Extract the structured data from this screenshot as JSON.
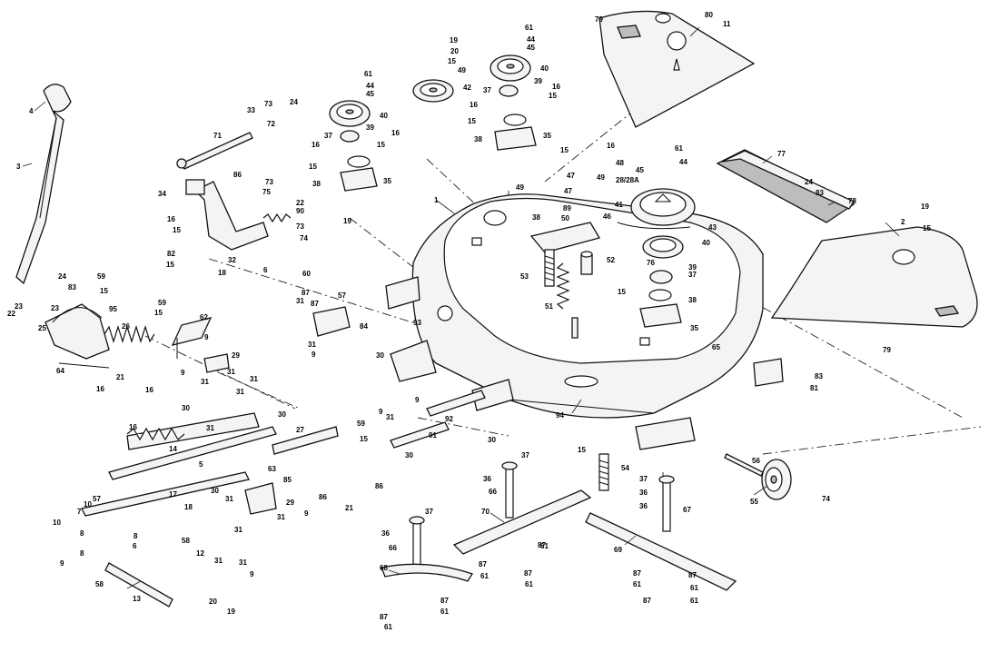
{
  "callouts": [
    {
      "name": "callout-1",
      "text": "1"
    },
    {
      "name": "callout-2",
      "text": "2"
    },
    {
      "name": "callout-3",
      "text": "3"
    },
    {
      "name": "callout-4",
      "text": "4"
    },
    {
      "name": "callout-5",
      "text": "5"
    },
    {
      "name": "callout-6",
      "text": "6"
    },
    {
      "name": "callout-6b",
      "text": "6"
    },
    {
      "name": "callout-7",
      "text": "7"
    },
    {
      "name": "callout-8",
      "text": "8"
    },
    {
      "name": "callout-8b",
      "text": "8"
    },
    {
      "name": "callout-8c",
      "text": "8"
    },
    {
      "name": "callout-9",
      "text": "9"
    },
    {
      "name": "callout-9b",
      "text": "9"
    },
    {
      "name": "callout-9c",
      "text": "9"
    },
    {
      "name": "callout-9d",
      "text": "9"
    },
    {
      "name": "callout-9e",
      "text": "9"
    },
    {
      "name": "callout-9f",
      "text": "9"
    },
    {
      "name": "callout-9g",
      "text": "9"
    },
    {
      "name": "callout-9h",
      "text": "9"
    },
    {
      "name": "callout-10",
      "text": "10"
    },
    {
      "name": "callout-10b",
      "text": "10"
    },
    {
      "name": "callout-11",
      "text": "11"
    },
    {
      "name": "callout-12",
      "text": "12"
    },
    {
      "name": "callout-13",
      "text": "13"
    },
    {
      "name": "callout-14",
      "text": "14"
    },
    {
      "name": "callout-15",
      "text": "15"
    },
    {
      "name": "callout-15b",
      "text": "15"
    },
    {
      "name": "callout-15c",
      "text": "15"
    },
    {
      "name": "callout-15d",
      "text": "15"
    },
    {
      "name": "callout-15e",
      "text": "15"
    },
    {
      "name": "callout-15f",
      "text": "15"
    },
    {
      "name": "callout-15g",
      "text": "15"
    },
    {
      "name": "callout-15h",
      "text": "15"
    },
    {
      "name": "callout-15i",
      "text": "15"
    },
    {
      "name": "callout-15j",
      "text": "15"
    },
    {
      "name": "callout-15k",
      "text": "15"
    },
    {
      "name": "callout-15l",
      "text": "15"
    },
    {
      "name": "callout-15m",
      "text": "15"
    },
    {
      "name": "callout-15n",
      "text": "15"
    },
    {
      "name": "callout-16",
      "text": "16"
    },
    {
      "name": "callout-16b",
      "text": "16"
    },
    {
      "name": "callout-16c",
      "text": "16"
    },
    {
      "name": "callout-16d",
      "text": "16"
    },
    {
      "name": "callout-16e",
      "text": "16"
    },
    {
      "name": "callout-16f",
      "text": "16"
    },
    {
      "name": "callout-16g",
      "text": "16"
    },
    {
      "name": "callout-16h",
      "text": "16"
    },
    {
      "name": "callout-16i",
      "text": "16"
    },
    {
      "name": "callout-17",
      "text": "17"
    },
    {
      "name": "callout-18",
      "text": "18"
    },
    {
      "name": "callout-18b",
      "text": "18"
    },
    {
      "name": "callout-19",
      "text": "19"
    },
    {
      "name": "callout-19b",
      "text": "19"
    },
    {
      "name": "callout-19c",
      "text": "19"
    },
    {
      "name": "callout-19d",
      "text": "19"
    },
    {
      "name": "callout-20",
      "text": "20"
    },
    {
      "name": "callout-20b",
      "text": "20"
    },
    {
      "name": "callout-21",
      "text": "21"
    },
    {
      "name": "callout-21b",
      "text": "21"
    },
    {
      "name": "callout-22",
      "text": "22"
    },
    {
      "name": "callout-22b",
      "text": "22"
    },
    {
      "name": "callout-23",
      "text": "23"
    },
    {
      "name": "callout-23b",
      "text": "23"
    },
    {
      "name": "callout-24",
      "text": "24"
    },
    {
      "name": "callout-24b",
      "text": "24"
    },
    {
      "name": "callout-24c",
      "text": "24"
    },
    {
      "name": "callout-25",
      "text": "25"
    },
    {
      "name": "callout-26",
      "text": "26"
    },
    {
      "name": "callout-27",
      "text": "27"
    },
    {
      "name": "callout-28",
      "text": "28/28A"
    },
    {
      "name": "callout-29",
      "text": "29"
    },
    {
      "name": "callout-29b",
      "text": "29"
    },
    {
      "name": "callout-30",
      "text": "30"
    },
    {
      "name": "callout-30b",
      "text": "30"
    },
    {
      "name": "callout-30c",
      "text": "30"
    },
    {
      "name": "callout-30d",
      "text": "30"
    },
    {
      "name": "callout-30e",
      "text": "30"
    },
    {
      "name": "callout-30f",
      "text": "30"
    },
    {
      "name": "callout-31",
      "text": "31"
    },
    {
      "name": "callout-31b",
      "text": "31"
    },
    {
      "name": "callout-31c",
      "text": "31"
    },
    {
      "name": "callout-31d",
      "text": "31"
    },
    {
      "name": "callout-31e",
      "text": "31"
    },
    {
      "name": "callout-31f",
      "text": "31"
    },
    {
      "name": "callout-31g",
      "text": "31"
    },
    {
      "name": "callout-31h",
      "text": "31"
    },
    {
      "name": "callout-31i",
      "text": "31"
    },
    {
      "name": "callout-31j",
      "text": "31"
    },
    {
      "name": "callout-31k",
      "text": "31"
    },
    {
      "name": "callout-31l",
      "text": "31"
    },
    {
      "name": "callout-31m",
      "text": "31"
    },
    {
      "name": "callout-32",
      "text": "32"
    },
    {
      "name": "callout-33",
      "text": "33"
    },
    {
      "name": "callout-34",
      "text": "34"
    },
    {
      "name": "callout-35",
      "text": "35"
    },
    {
      "name": "callout-35b",
      "text": "35"
    },
    {
      "name": "callout-35c",
      "text": "35"
    },
    {
      "name": "callout-36",
      "text": "36"
    },
    {
      "name": "callout-36b",
      "text": "36"
    },
    {
      "name": "callout-36c",
      "text": "36"
    },
    {
      "name": "callout-36d",
      "text": "36"
    },
    {
      "name": "callout-37",
      "text": "37"
    },
    {
      "name": "callout-37b",
      "text": "37"
    },
    {
      "name": "callout-37c",
      "text": "37"
    },
    {
      "name": "callout-37d",
      "text": "37"
    },
    {
      "name": "callout-37e",
      "text": "37"
    },
    {
      "name": "callout-37f",
      "text": "37"
    },
    {
      "name": "callout-38",
      "text": "38"
    },
    {
      "name": "callout-38b",
      "text": "38"
    },
    {
      "name": "callout-38c",
      "text": "38"
    },
    {
      "name": "callout-38d",
      "text": "38"
    },
    {
      "name": "callout-39",
      "text": "39"
    },
    {
      "name": "callout-39b",
      "text": "39"
    },
    {
      "name": "callout-39c",
      "text": "39"
    },
    {
      "name": "callout-40",
      "text": "40"
    },
    {
      "name": "callout-40b",
      "text": "40"
    },
    {
      "name": "callout-40c",
      "text": "40"
    },
    {
      "name": "callout-41",
      "text": "41"
    },
    {
      "name": "callout-42",
      "text": "42"
    },
    {
      "name": "callout-43",
      "text": "43"
    },
    {
      "name": "callout-44",
      "text": "44"
    },
    {
      "name": "callout-44b",
      "text": "44"
    },
    {
      "name": "callout-44c",
      "text": "44"
    },
    {
      "name": "callout-45",
      "text": "45"
    },
    {
      "name": "callout-45b",
      "text": "45"
    },
    {
      "name": "callout-45c",
      "text": "45"
    },
    {
      "name": "callout-46",
      "text": "46"
    },
    {
      "name": "callout-47",
      "text": "47"
    },
    {
      "name": "callout-47b",
      "text": "47"
    },
    {
      "name": "callout-48",
      "text": "48"
    },
    {
      "name": "callout-49",
      "text": "49"
    },
    {
      "name": "callout-49b",
      "text": "49"
    },
    {
      "name": "callout-49c",
      "text": "49"
    },
    {
      "name": "callout-50",
      "text": "50"
    },
    {
      "name": "callout-51",
      "text": "51"
    },
    {
      "name": "callout-52",
      "text": "52"
    },
    {
      "name": "callout-53",
      "text": "53"
    },
    {
      "name": "callout-54",
      "text": "54"
    },
    {
      "name": "callout-55",
      "text": "55"
    },
    {
      "name": "callout-56",
      "text": "56"
    },
    {
      "name": "callout-57",
      "text": "57"
    },
    {
      "name": "callout-57b",
      "text": "57"
    },
    {
      "name": "callout-58",
      "text": "58"
    },
    {
      "name": "callout-58b",
      "text": "58"
    },
    {
      "name": "callout-59",
      "text": "59"
    },
    {
      "name": "callout-59b",
      "text": "59"
    },
    {
      "name": "callout-59c",
      "text": "59"
    },
    {
      "name": "callout-60",
      "text": "60"
    },
    {
      "name": "callout-61",
      "text": "61"
    },
    {
      "name": "callout-61b",
      "text": "61"
    },
    {
      "name": "callout-61c",
      "text": "61"
    },
    {
      "name": "callout-61d",
      "text": "61"
    },
    {
      "name": "callout-61e",
      "text": "61"
    },
    {
      "name": "callout-61f",
      "text": "61"
    },
    {
      "name": "callout-61g",
      "text": "61"
    },
    {
      "name": "callout-61h",
      "text": "61"
    },
    {
      "name": "callout-61i",
      "text": "61"
    },
    {
      "name": "callout-61j",
      "text": "61"
    },
    {
      "name": "callout-61k",
      "text": "61"
    },
    {
      "name": "callout-62",
      "text": "62"
    },
    {
      "name": "callout-63",
      "text": "63"
    },
    {
      "name": "callout-64",
      "text": "64"
    },
    {
      "name": "callout-65",
      "text": "65"
    },
    {
      "name": "callout-66",
      "text": "66"
    },
    {
      "name": "callout-66b",
      "text": "66"
    },
    {
      "name": "callout-67",
      "text": "67"
    },
    {
      "name": "callout-68",
      "text": "68"
    },
    {
      "name": "callout-69",
      "text": "69"
    },
    {
      "name": "callout-70",
      "text": "70"
    },
    {
      "name": "callout-71",
      "text": "71"
    },
    {
      "name": "callout-72",
      "text": "72"
    },
    {
      "name": "callout-73",
      "text": "73"
    },
    {
      "name": "callout-73b",
      "text": "73"
    },
    {
      "name": "callout-73c",
      "text": "73"
    },
    {
      "name": "callout-74",
      "text": "74"
    },
    {
      "name": "callout-74b",
      "text": "74"
    },
    {
      "name": "callout-75",
      "text": "75"
    },
    {
      "name": "callout-76",
      "text": "76"
    },
    {
      "name": "callout-77",
      "text": "77"
    },
    {
      "name": "callout-78",
      "text": "78"
    },
    {
      "name": "callout-79",
      "text": "79"
    },
    {
      "name": "callout-79b",
      "text": "79"
    },
    {
      "name": "callout-80",
      "text": "80"
    },
    {
      "name": "callout-81",
      "text": "81"
    },
    {
      "name": "callout-82",
      "text": "82"
    },
    {
      "name": "callout-83",
      "text": "83"
    },
    {
      "name": "callout-83b",
      "text": "83"
    },
    {
      "name": "callout-83c",
      "text": "83"
    },
    {
      "name": "callout-84",
      "text": "84"
    },
    {
      "name": "callout-85",
      "text": "85"
    },
    {
      "name": "callout-86",
      "text": "86"
    },
    {
      "name": "callout-86b",
      "text": "86"
    },
    {
      "name": "callout-86c",
      "text": "86"
    },
    {
      "name": "callout-87",
      "text": "87"
    },
    {
      "name": "callout-87b",
      "text": "87"
    },
    {
      "name": "callout-87c",
      "text": "87"
    },
    {
      "name": "callout-87d",
      "text": "87"
    },
    {
      "name": "callout-87e",
      "text": "87"
    },
    {
      "name": "callout-87f",
      "text": "87"
    },
    {
      "name": "callout-87g",
      "text": "87"
    },
    {
      "name": "callout-87h",
      "text": "87"
    },
    {
      "name": "callout-87i",
      "text": "87"
    },
    {
      "name": "callout-87j",
      "text": "87"
    },
    {
      "name": "callout-89",
      "text": "89"
    },
    {
      "name": "callout-90",
      "text": "90"
    },
    {
      "name": "callout-91",
      "text": "91"
    },
    {
      "name": "callout-92",
      "text": "92"
    },
    {
      "name": "callout-93",
      "text": "93"
    },
    {
      "name": "callout-94",
      "text": "94"
    },
    {
      "name": "callout-95",
      "text": "95"
    }
  ],
  "icons": [
    "lift-handle-icon",
    "mower-deck-icon",
    "belt-cover-icon",
    "blade-icon",
    "pulley-icon",
    "spring-icon",
    "gauge-wheel-icon",
    "bolt-icon"
  ]
}
